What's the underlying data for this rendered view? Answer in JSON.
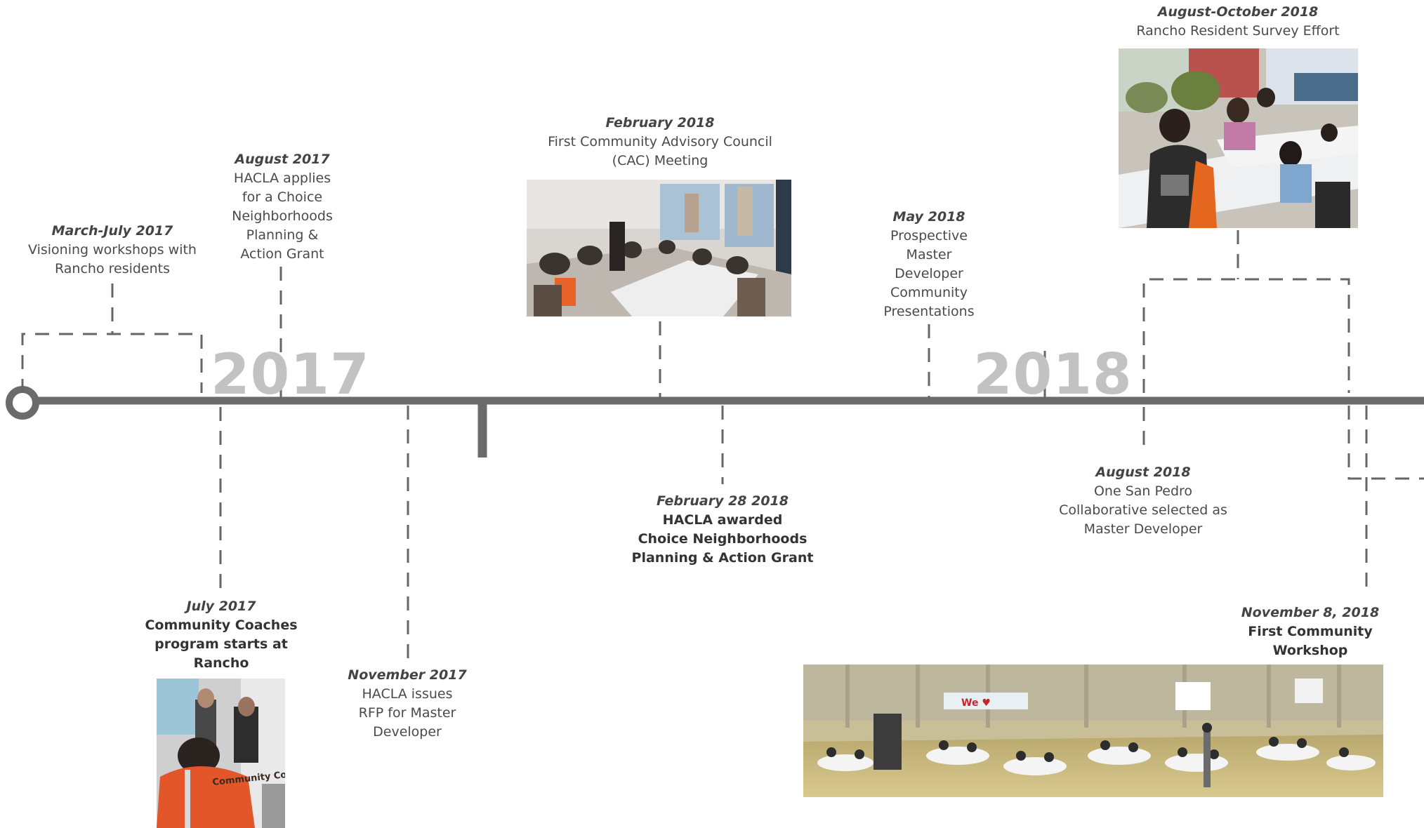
{
  "years": {
    "y2017": "2017",
    "y2018": "2018"
  },
  "events": {
    "mar_jul_2017": {
      "date": "March-July 2017",
      "text": [
        "Visioning workshops with",
        "Rancho residents"
      ]
    },
    "aug_2017": {
      "date": "August 2017",
      "text": [
        "HACLA applies",
        "for a Choice",
        "Neighborhoods",
        "Planning &",
        "Action Grant"
      ]
    },
    "jul_2017": {
      "date": "July 2017",
      "text": [
        "Community Coaches",
        "program starts at",
        "Rancho"
      ]
    },
    "nov_2017": {
      "date": "November 2017",
      "text": [
        "HACLA issues",
        "RFP for Master",
        "Developer"
      ]
    },
    "feb_2018": {
      "date": "February 2018",
      "text": [
        "First Community Advisory Council",
        "(CAC) Meeting"
      ]
    },
    "feb28_2018": {
      "date": "February 28 2018",
      "text": [
        "HACLA awarded",
        "Choice Neighborhoods",
        "Planning & Action Grant"
      ]
    },
    "may_2018": {
      "date": "May 2018",
      "text": [
        "Prospective",
        "Master",
        "Developer",
        "Community",
        "Presentations"
      ]
    },
    "aug_oct_2018": {
      "date": "August-October 2018",
      "text": [
        "Rancho Resident Survey Effort"
      ]
    },
    "aug_2018": {
      "date": "August 2018",
      "text": [
        "One San Pedro",
        "Collaborative selected as",
        "Master Developer"
      ]
    },
    "nov8_2018": {
      "date": "November 8, 2018",
      "text": [
        "First Community",
        "Workshop"
      ]
    }
  },
  "photos": {
    "coach_vest_text": "Community Coach",
    "workshop_banner_text": "We ♥"
  },
  "colors": {
    "timeline": "#6b6b6b",
    "year": "#c2c2c2",
    "dash": "#666666"
  }
}
